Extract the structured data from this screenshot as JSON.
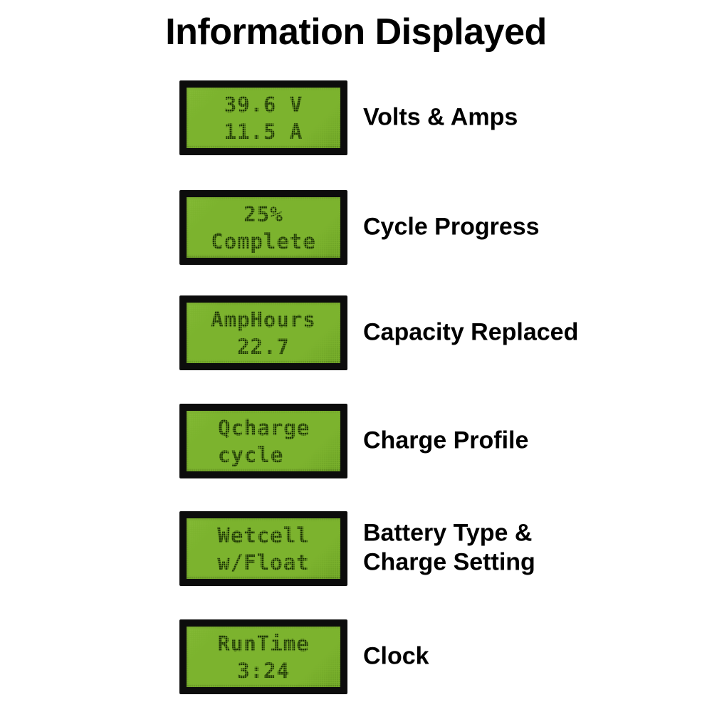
{
  "page": {
    "title": "Information Displayed"
  },
  "colors": {
    "screen_green": "#7cb32e",
    "screen_text_green": "#1d3505",
    "bezel_black": "#0c0c0c",
    "label_text": "#000000",
    "page_background": "#ffffff"
  },
  "displays": [
    {
      "id": "volts-amps",
      "line1": "39.6 V",
      "line2": "11.5 A",
      "label": "Volts & Amps"
    },
    {
      "id": "cycle-progress",
      "line1": "25%",
      "line2": "Complete",
      "label": "Cycle Progress"
    },
    {
      "id": "capacity-replaced",
      "line1": "AmpHours",
      "line2": "22.7",
      "label": "Capacity Replaced"
    },
    {
      "id": "charge-profile",
      "line1": "Qcharge",
      "line2": "cycle",
      "label": "Charge Profile"
    },
    {
      "id": "battery-type-charge-setting",
      "line1": "Wetcell",
      "line2": "w/Float",
      "label": "Battery Type &",
      "label2": "Charge Setting"
    },
    {
      "id": "clock",
      "line1": "RunTime",
      "line2": "3:24",
      "label": "Clock"
    }
  ]
}
